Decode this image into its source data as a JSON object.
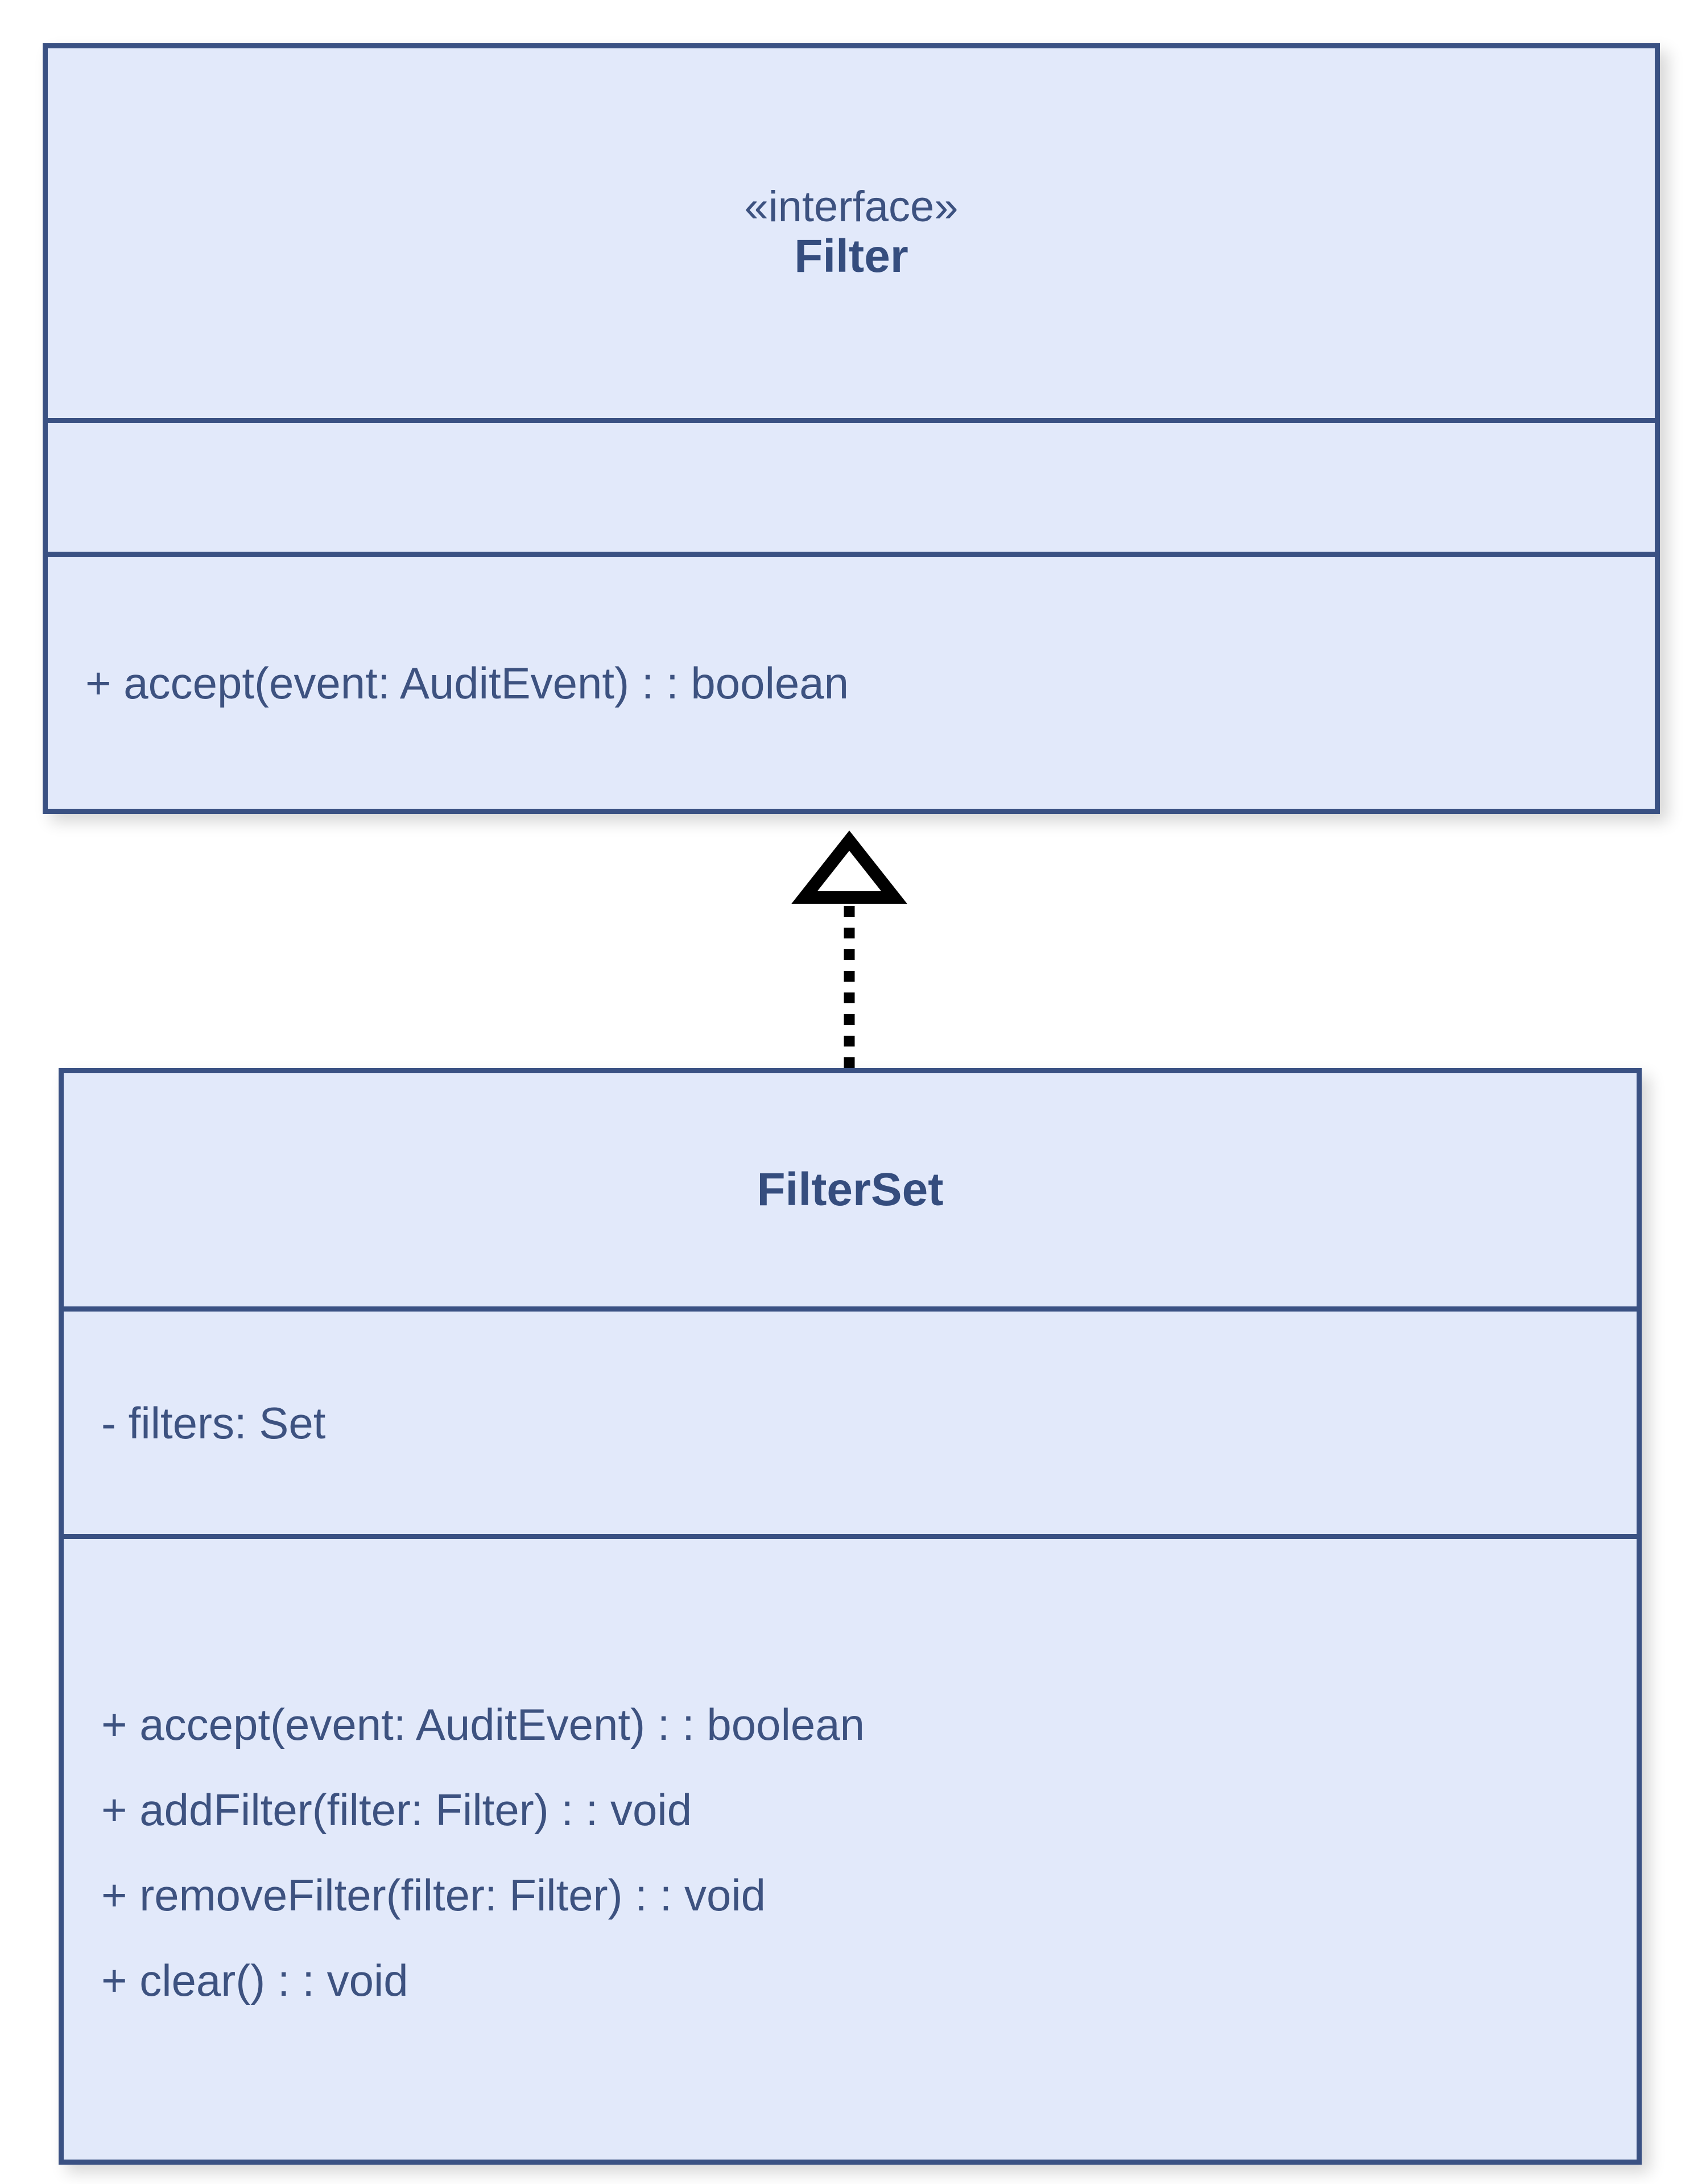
{
  "diagram": {
    "type": "uml-class-diagram",
    "background_color": "#ffffff",
    "palette": {
      "box_fill": "#e2e9fa",
      "box_border": "#3a5183",
      "text_color": "#3d5280",
      "title_color": "#354d7e",
      "connector_color": "#000000"
    },
    "classes": [
      {
        "id": "filter",
        "stereotype": "«interface»",
        "name": "Filter",
        "attributes": [],
        "operations": [
          "+ accept(event: AuditEvent) : : boolean"
        ]
      },
      {
        "id": "filterset",
        "stereotype": "",
        "name": "FilterSet",
        "attributes": [
          "- filters: Set"
        ],
        "operations": [
          "+ accept(event: AuditEvent) : : boolean",
          "+ addFilter(filter: Filter) : : void",
          "+ removeFilter(filter: Filter) : : void",
          "+ clear() : : void"
        ]
      }
    ],
    "relationships": [
      {
        "id": "realization-filterset-filter",
        "kind": "realization",
        "source": "filterset",
        "target": "filter",
        "line_style": "dashed",
        "arrowhead": "hollow-triangle",
        "label": ""
      }
    ]
  }
}
